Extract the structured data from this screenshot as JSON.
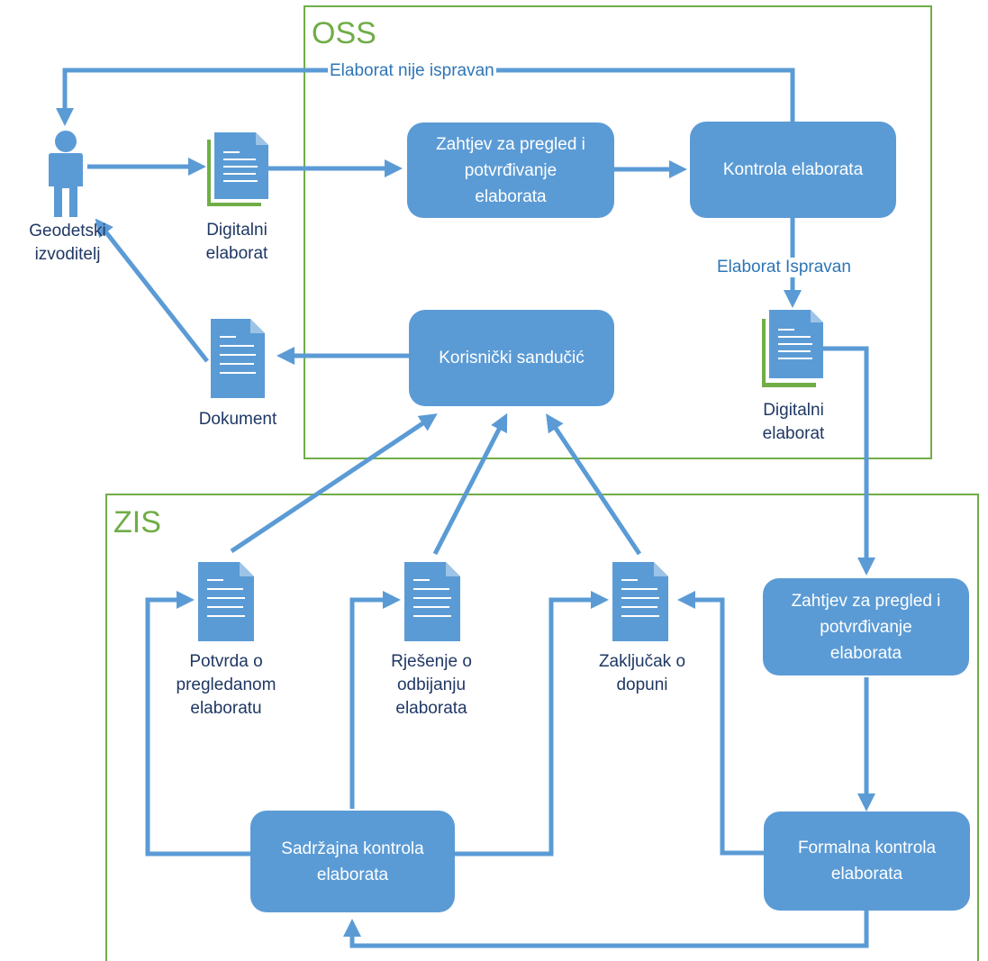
{
  "frames": {
    "oss": "OSS",
    "zis": "ZIS"
  },
  "actor": {
    "label": "Geodetski\nizvoditelj",
    "icon": "person-icon"
  },
  "documents": {
    "digital_in": "Digitalni\nelaborat",
    "dokument": "Dokument",
    "digital_out": "Digitalni\nelaborat",
    "potvrda": "Potvrda o\npregledanom\nelaboratu",
    "rjesenje": "Rješenje o\nodbijanju\nelaborata",
    "zakljucak": "Zaključak o\ndopuni"
  },
  "processes": {
    "oss_zahtjev": "Zahtjev za pregled i\npotvrđivanje\nelaborata",
    "kontrola": "Kontrola elaborata",
    "sanducic": "Korisnički sandučić",
    "zis_zahtjev": "Zahtjev za pregled i\npotvrđivanje\nelaborata",
    "sadrzajna": "Sadržajna kontrola\nelaborata",
    "formalna": "Formalna kontrola\nelaborata"
  },
  "edges": {
    "nije_ispravan": "Elaborat nije ispravan",
    "ispravan": "Elaborat Ispravan"
  },
  "colors": {
    "process_fill": "#5b9bd5",
    "arrow": "#5b9bd5",
    "frame": "#70ad47",
    "doc_fill": "#5b9bd5",
    "doc_stack_green": "#70ad47"
  }
}
